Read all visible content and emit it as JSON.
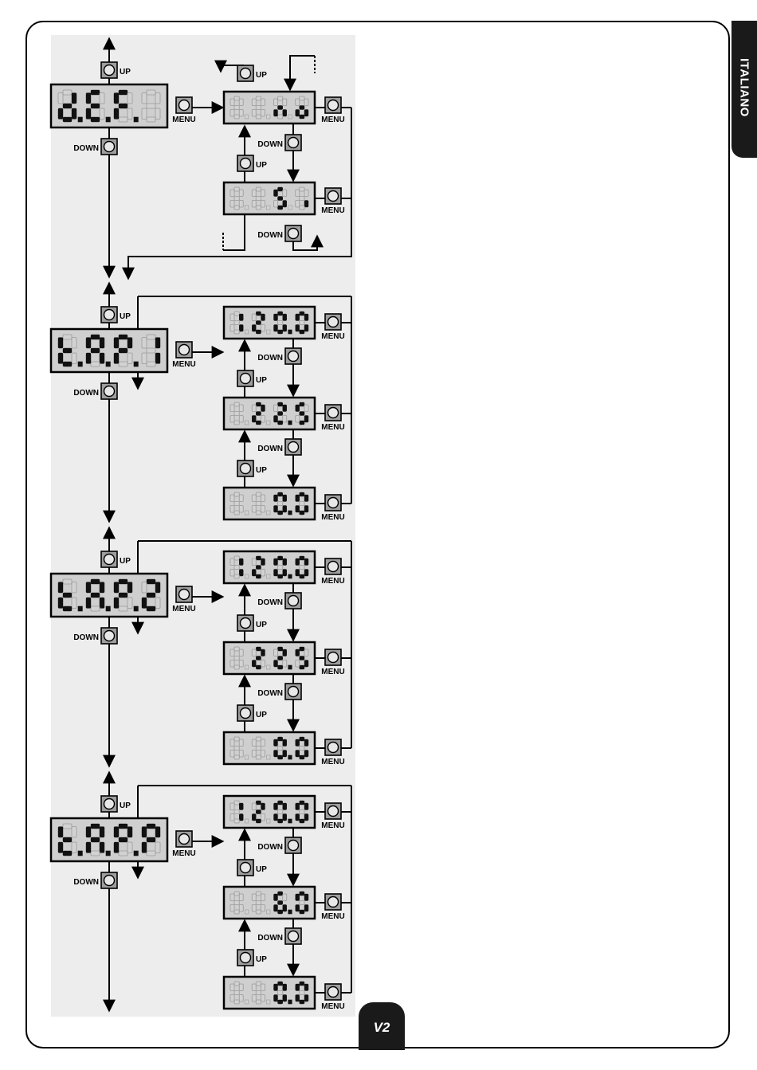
{
  "sidebar_tab": "ITALIANO",
  "page_badge": "V2",
  "labels": {
    "up": "UP",
    "down": "DOWN",
    "menu": "MENU"
  },
  "sections": [
    {
      "param": [
        "d",
        "E",
        "F",
        "."
      ],
      "values": [
        [
          "",
          "",
          "n",
          "o"
        ],
        [
          "",
          "",
          "S",
          "i"
        ]
      ]
    },
    {
      "param": [
        "t",
        "A",
        "P",
        "1"
      ],
      "values": [
        [
          "1",
          "2",
          "0",
          "0"
        ],
        [
          "",
          "2",
          "2",
          "5"
        ],
        [
          "",
          "",
          "0",
          "0"
        ]
      ]
    },
    {
      "param": [
        "t",
        "A",
        "P",
        "2"
      ],
      "values": [
        [
          "1",
          "2",
          "0",
          "0"
        ],
        [
          "",
          "2",
          "2",
          "5"
        ],
        [
          "",
          "",
          "0",
          "0"
        ]
      ]
    },
    {
      "param": [
        "t",
        "A",
        "P",
        "P"
      ],
      "values": [
        [
          "1",
          "2",
          "0",
          "0"
        ],
        [
          "",
          "",
          "6",
          "0"
        ],
        [
          "",
          "",
          "0",
          "0"
        ]
      ]
    }
  ]
}
